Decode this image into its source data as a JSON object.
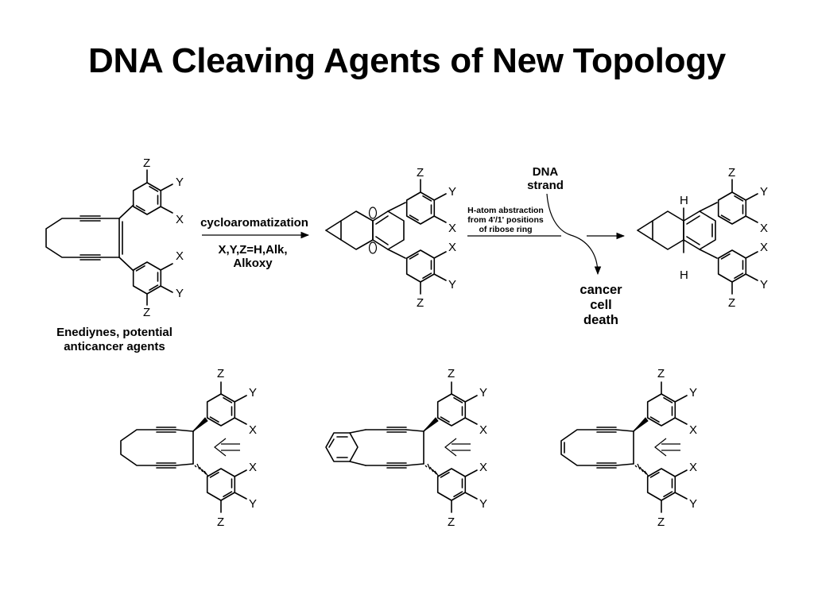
{
  "title": "DNA Cleaving Agents of New Topology",
  "substituents": {
    "x": "X",
    "y": "Y",
    "z": "Z",
    "h": "H"
  },
  "top_row": {
    "enediyne_caption_line1": "Enediynes, potential",
    "enediyne_caption_line2": "anticancer agents",
    "arrow1_label_top": "cycloaromatization",
    "arrow1_label_bottom_line1": "X,Y,Z=H,Alk,",
    "arrow1_label_bottom_line2": "Alkoxy",
    "arrow2_label_line1": "H-atom abstraction",
    "arrow2_label_line2": "from 4'/1' positions",
    "arrow2_label_line3": "of ribose ring",
    "dna_line1": "DNA",
    "dna_line2": "strand",
    "outcome_line1": "cancer",
    "outcome_line2": "cell",
    "outcome_line3": "death"
  },
  "bottom_row_arrow_symbol": "⟸"
}
